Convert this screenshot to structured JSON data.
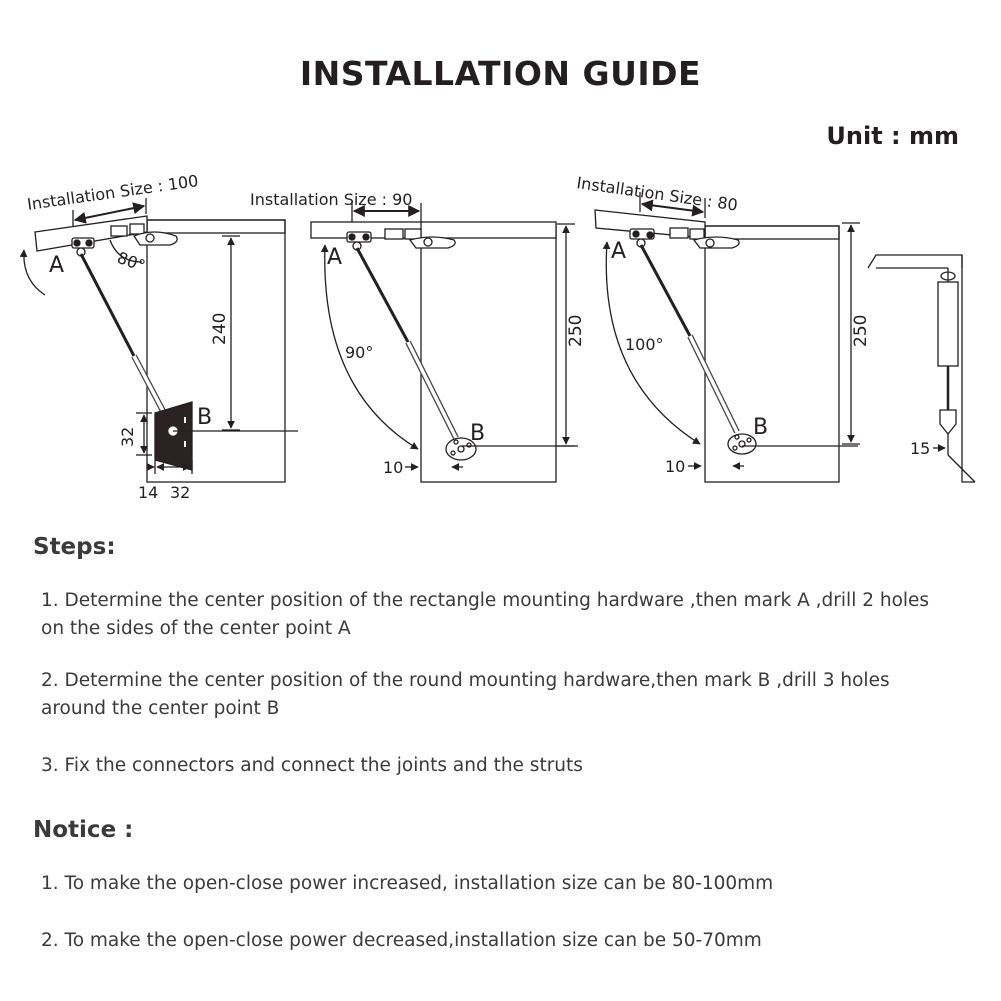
{
  "title": "INSTALLATION GUIDE",
  "unit": "Unit : mm",
  "diagrams": [
    {
      "installation_size": "Installation Size : 100",
      "label_a": "A",
      "label_b": "B",
      "angle": "80°",
      "height": "240",
      "side_dim": "32",
      "bottom_dim_1": "14",
      "bottom_dim_2": "32"
    },
    {
      "installation_size": "Installation Size : 90",
      "label_a": "A",
      "label_b": "B",
      "angle": "90°",
      "height": "250",
      "offset": "10"
    },
    {
      "installation_size": "Installation Size : 80",
      "label_a": "A",
      "label_b": "B",
      "angle": "100°",
      "height": "250",
      "offset": "10"
    },
    {
      "side_offset": "15"
    }
  ],
  "steps": {
    "heading": "Steps:",
    "items": [
      {
        "line1": "1. Determine the center position of the rectangle mounting hardware ,then mark A ,drill 2 holes",
        "line2": "on the sides of the center point A"
      },
      {
        "line1": "2. Determine the center position of the round mounting hardware,then mark B ,drill 3 holes",
        "line2": "around the center point B"
      },
      {
        "line1": "3. Fix the connectors and connect the joints and the struts",
        "line2": ""
      }
    ]
  },
  "notice": {
    "heading": "Notice :",
    "items": [
      "1. To make the open-close power increased, installation size can be 80-100mm",
      "2. To make the open-close power decreased,installation size can be 50-70mm"
    ]
  }
}
